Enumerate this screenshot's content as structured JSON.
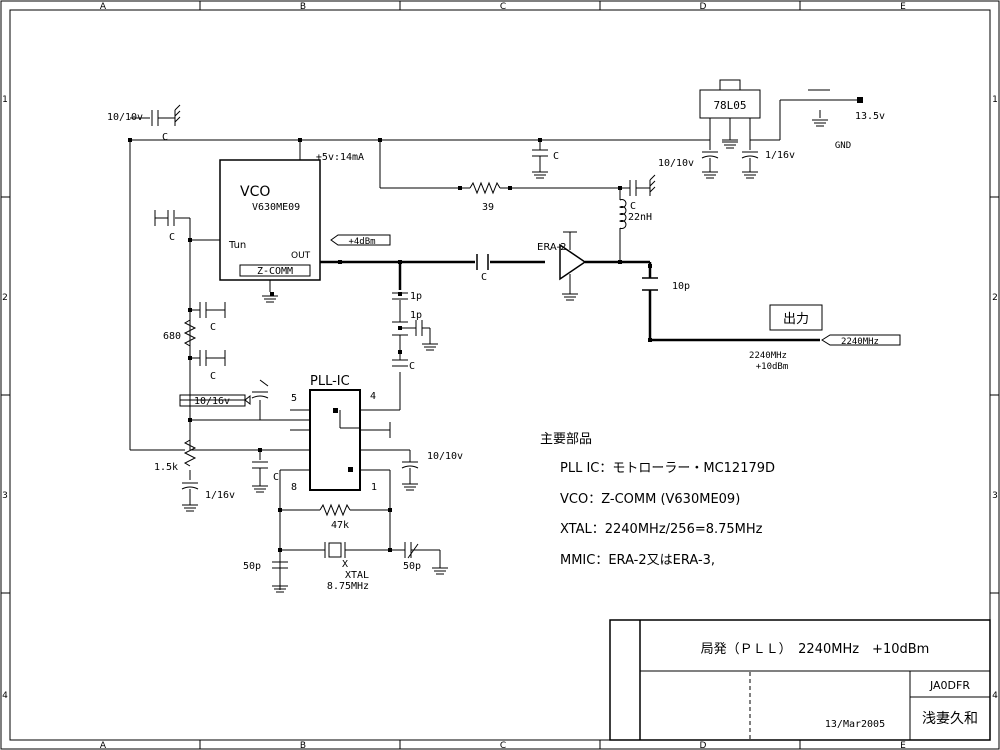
{
  "frame": {
    "cols": [
      "A",
      "B",
      "C",
      "D",
      "E"
    ],
    "rows": [
      "1",
      "2",
      "3",
      "4"
    ]
  },
  "regulator": {
    "name": "78L05",
    "input": "13.5v",
    "ground": "GND",
    "cap_in": "1/16v",
    "cap_out": "10/10v"
  },
  "top": {
    "cap_label": "10/10v",
    "cap_c": "C",
    "supply": "+5v:14mA",
    "cap_c2": "C",
    "resistor": "39",
    "cap_c3": "C",
    "inductor": "22nH"
  },
  "vco": {
    "title": "VCO",
    "part": "V630ME09",
    "pin_tun": "Tun",
    "pin_out": "OUT",
    "maker": "Z-COMM",
    "out_level": "+4dBm"
  },
  "amp": {
    "name": "ERA-2",
    "cap_in": "C",
    "cap_out": "10p"
  },
  "output": {
    "label": "出力",
    "freq_tag": "2240MHz",
    "freq": "2240MHz",
    "level": "+10dBm"
  },
  "loop": {
    "cap_tun": "C",
    "cap_r1": "C",
    "r1": "680",
    "cap_r2": "C",
    "elec": "10/16v",
    "pot": "1.5k",
    "elec2": "1/16v",
    "cap_1p_a": "1p",
    "cap_1p_b": "1p",
    "cap_c4": "C"
  },
  "pll": {
    "title": "PLL-IC",
    "pin5": "5",
    "pin4": "4",
    "pin8": "8",
    "pin1": "1",
    "cap_pin8": "C",
    "elec_right": "10/10v",
    "r_fb": "47k",
    "xtal_x": "X",
    "xtal": "XTAL",
    "xtal_freq": "8.75MHz",
    "cap_left": "50p",
    "cap_right": "50p"
  },
  "parts": {
    "heading": "主要部品",
    "items": [
      "PLL IC：モトローラー・MC12179D",
      "VCO：Z-COMM (V630ME09)",
      "XTAL：2240MHz/256=8.75MHz",
      "MMIC：ERA-2又はERA-3,"
    ]
  },
  "title_block": {
    "title": "局発（ＰＬＬ）　2240MHz　+10dBm",
    "author_call": "JA0DFR",
    "date": "13/Mar2005",
    "author": "浅妻久和"
  }
}
